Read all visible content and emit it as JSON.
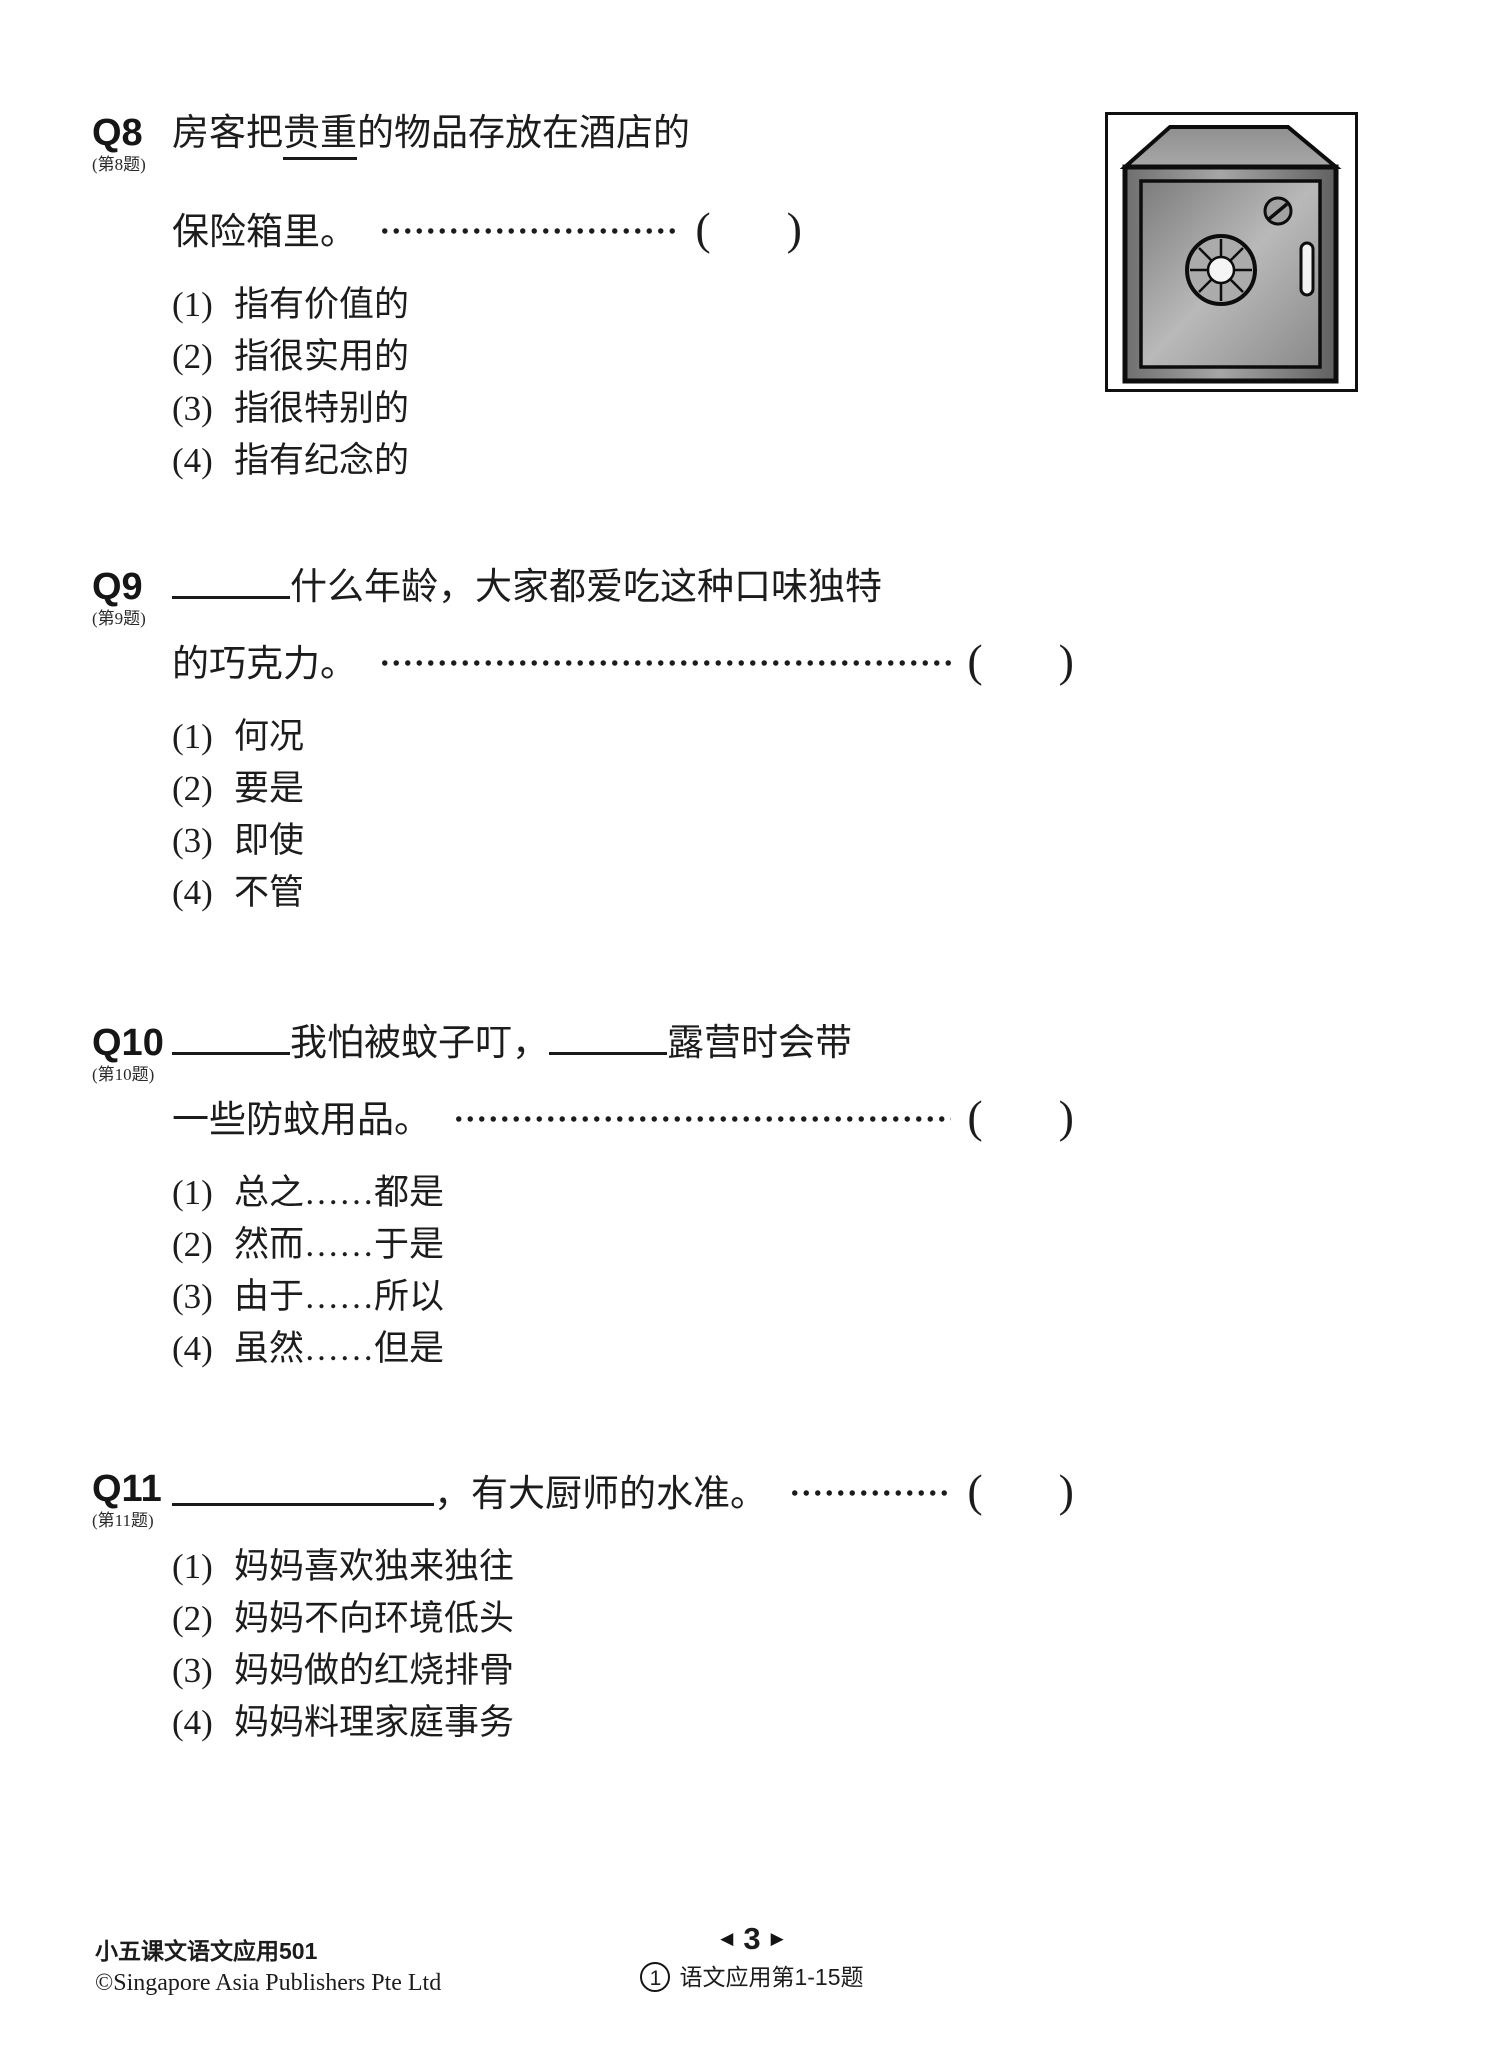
{
  "marks": {
    "open_paren": "(",
    "close_paren": ")",
    "pager_left": "◀",
    "pager_right": "▶"
  },
  "colors": {
    "ink": "#1c1c1c",
    "safe_gray": "#9a9a9a"
  },
  "images": {
    "q8_illustration": "metal-safe-with-combination-dial"
  },
  "questions": {
    "q8": {
      "label": "Q8",
      "sublabel": "(第8题)",
      "stem_pre": "房客把",
      "stem_underlined": "贵重",
      "stem_post": "的物品存放在酒店的",
      "answer_text": "保险箱里。",
      "options": [
        {
          "num": "(1)",
          "text": "指有价值的"
        },
        {
          "num": "(2)",
          "text": "指很实用的"
        },
        {
          "num": "(3)",
          "text": "指很特别的"
        },
        {
          "num": "(4)",
          "text": "指有纪念的"
        }
      ]
    },
    "q9": {
      "label": "Q9",
      "sublabel": "(第9题)",
      "stem_after_blank": "什么年龄，大家都爱吃这种口味独特",
      "answer_text": "的巧克力。",
      "options": [
        {
          "num": "(1)",
          "text": "何况"
        },
        {
          "num": "(2)",
          "text": "要是"
        },
        {
          "num": "(3)",
          "text": "即使"
        },
        {
          "num": "(4)",
          "text": "不管"
        }
      ]
    },
    "q10": {
      "label": "Q10",
      "sublabel": "(第10题)",
      "stem_part1": "我怕被蚊子叮，",
      "stem_part2": "露营时会带",
      "answer_text": "一些防蚊用品。",
      "options": [
        {
          "num": "(1)",
          "text": "总之……都是"
        },
        {
          "num": "(2)",
          "text": "然而……于是"
        },
        {
          "num": "(3)",
          "text": "由于……所以"
        },
        {
          "num": "(4)",
          "text": "虽然……但是"
        }
      ]
    },
    "q11": {
      "label": "Q11",
      "sublabel": "(第11题)",
      "stem_after_blank": "，有大厨师的水准。",
      "options": [
        {
          "num": "(1)",
          "text": "妈妈喜欢独来独往"
        },
        {
          "num": "(2)",
          "text": "妈妈不向环境低头"
        },
        {
          "num": "(3)",
          "text": "妈妈做的红烧排骨"
        },
        {
          "num": "(4)",
          "text": "妈妈料理家庭事务"
        }
      ]
    }
  },
  "footer": {
    "book_title": "小五课文语文应用501",
    "copyright": "©Singapore Asia Publishers Pte Ltd",
    "page_number": "3",
    "section_badge": "1",
    "section_label": "语文应用第1-15题"
  }
}
